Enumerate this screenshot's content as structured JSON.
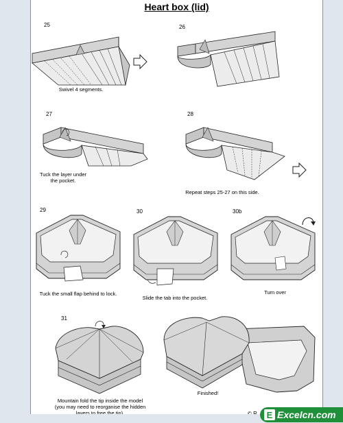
{
  "title": "Heart box (lid)",
  "steps": [
    {
      "number": "25",
      "caption": "Swivel 4 segments."
    },
    {
      "number": "26",
      "caption": ""
    },
    {
      "number": "27",
      "caption": "Tuck the layer under\nthe pocket."
    },
    {
      "number": "28",
      "caption": "Repeat steps 25-27 on this side."
    },
    {
      "number": "29",
      "caption": "Tuck the small flap behind to lock."
    },
    {
      "number": "30",
      "caption": "Slide the tab into the pocket."
    },
    {
      "number": "30b",
      "caption": "Turn over"
    },
    {
      "number": "31",
      "caption": "Mountain fold the tip inside the model\n(you may need to reorganise the hidden\nlayers to free the tip)."
    },
    {
      "number": "",
      "caption": "Finished!"
    }
  ],
  "copyright": "© R",
  "watermark": {
    "icon_letter": "E",
    "text": "Excelcn.com",
    "color": "#1f8f3a"
  },
  "colors": {
    "paper_fill": "#cfcfcf",
    "paper_dark": "#b5b5b5",
    "line": "#222222",
    "frame": "#dfe6ee"
  }
}
